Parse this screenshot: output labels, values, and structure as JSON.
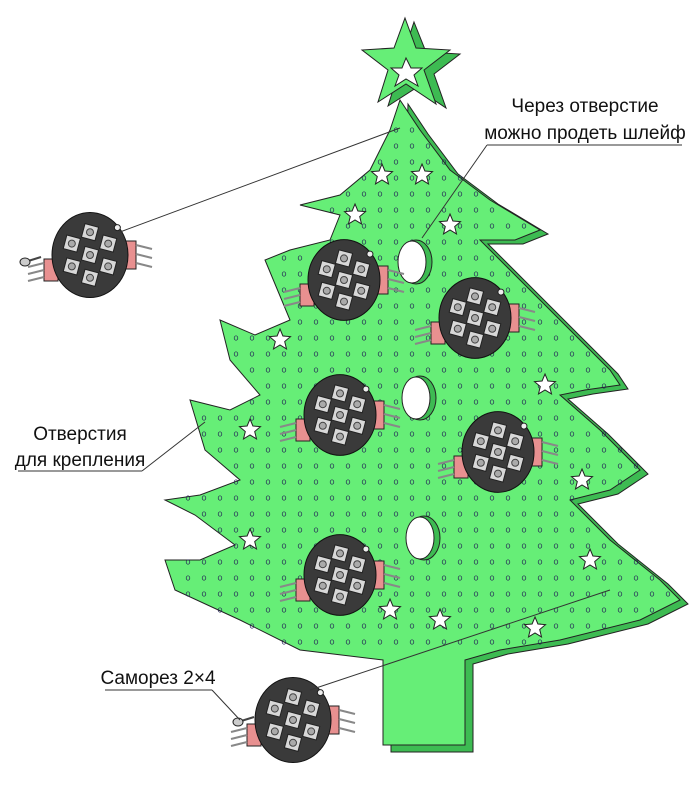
{
  "callouts": {
    "cable_hole": {
      "line1": "Через отверстие",
      "line2": "можно продеть шлейф"
    },
    "mount_holes": {
      "line1": "Отверстия",
      "line2": "для крепления"
    },
    "screw": {
      "line1": "Саморез 2×4"
    }
  },
  "colors": {
    "tree": "#66ee77",
    "tree_side": "#3dbb52",
    "board": "#3a3a3a",
    "led": "#d8d8d8",
    "connector": "#e89090"
  }
}
